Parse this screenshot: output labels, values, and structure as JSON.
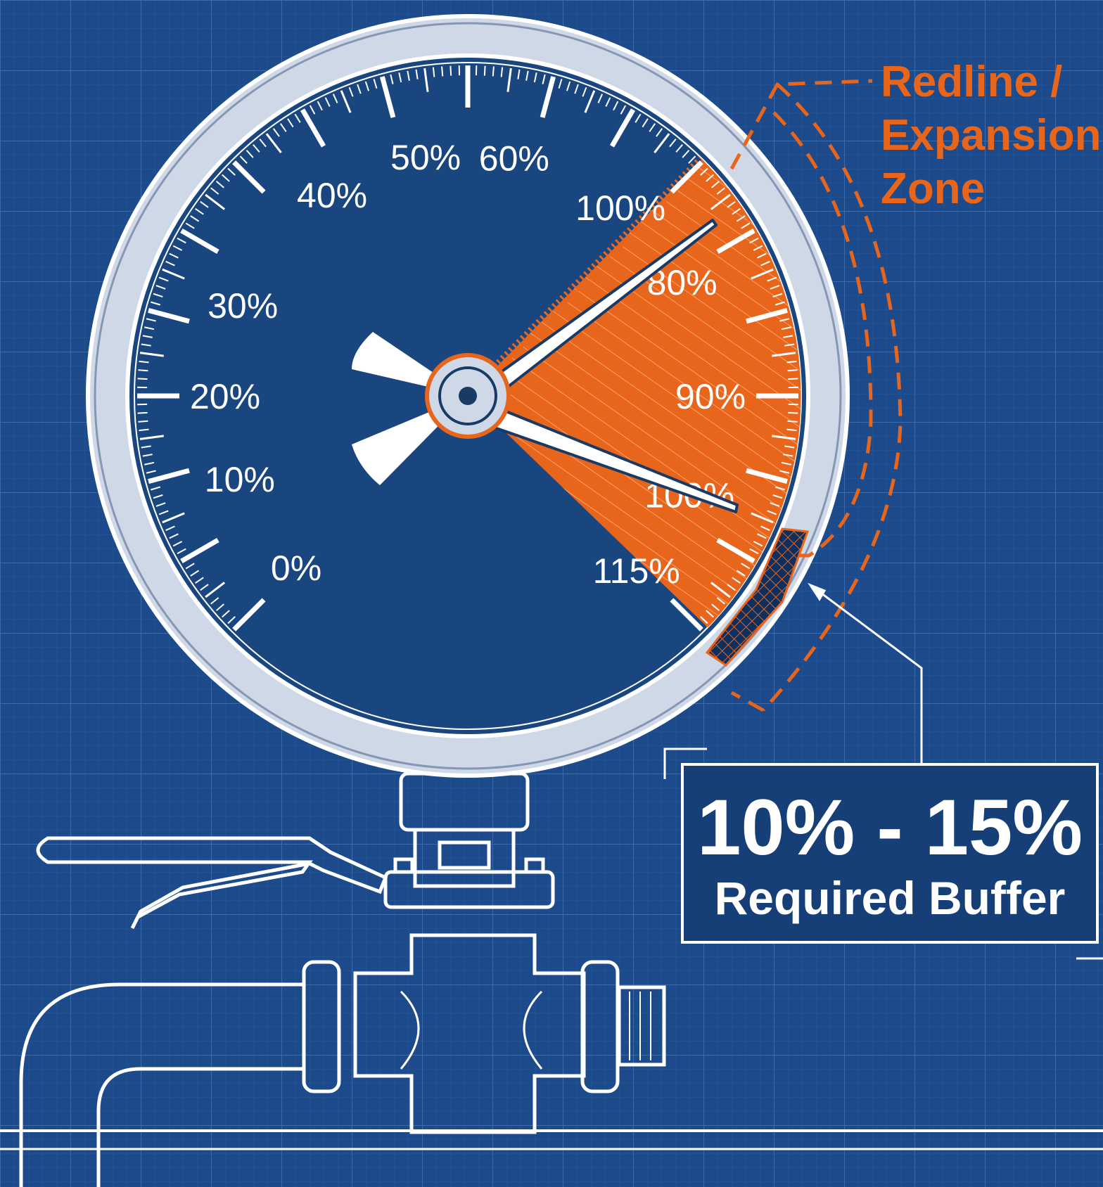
{
  "dial": {
    "labels": [
      {
        "text": "0%",
        "angle": 225
      },
      {
        "text": "10%",
        "angle": 200
      },
      {
        "text": "20%",
        "angle": 180
      },
      {
        "text": "30%",
        "angle": 158
      },
      {
        "text": "40%",
        "angle": 124
      },
      {
        "text": "50%",
        "angle": 100
      },
      {
        "text": "60%",
        "angle": 79
      },
      {
        "text": "100%",
        "angle": 51
      },
      {
        "text": "80%",
        "angle": 28
      },
      {
        "text": "90%",
        "angle": 0
      },
      {
        "text": "100%",
        "angle": -24
      },
      {
        "text": "115%",
        "angle": -46
      }
    ],
    "redline_zone_label": [
      "Redline /",
      "Expansion",
      "Zone"
    ]
  },
  "buffer": {
    "range_text": "10% - 15%",
    "caption": "Required Buffer"
  },
  "colors": {
    "background": "#1c4a8a",
    "dial_face": "#1a4680",
    "accent_orange": "#e8651c",
    "line_white": "#ffffff",
    "bezel": "#cfd8e6"
  }
}
